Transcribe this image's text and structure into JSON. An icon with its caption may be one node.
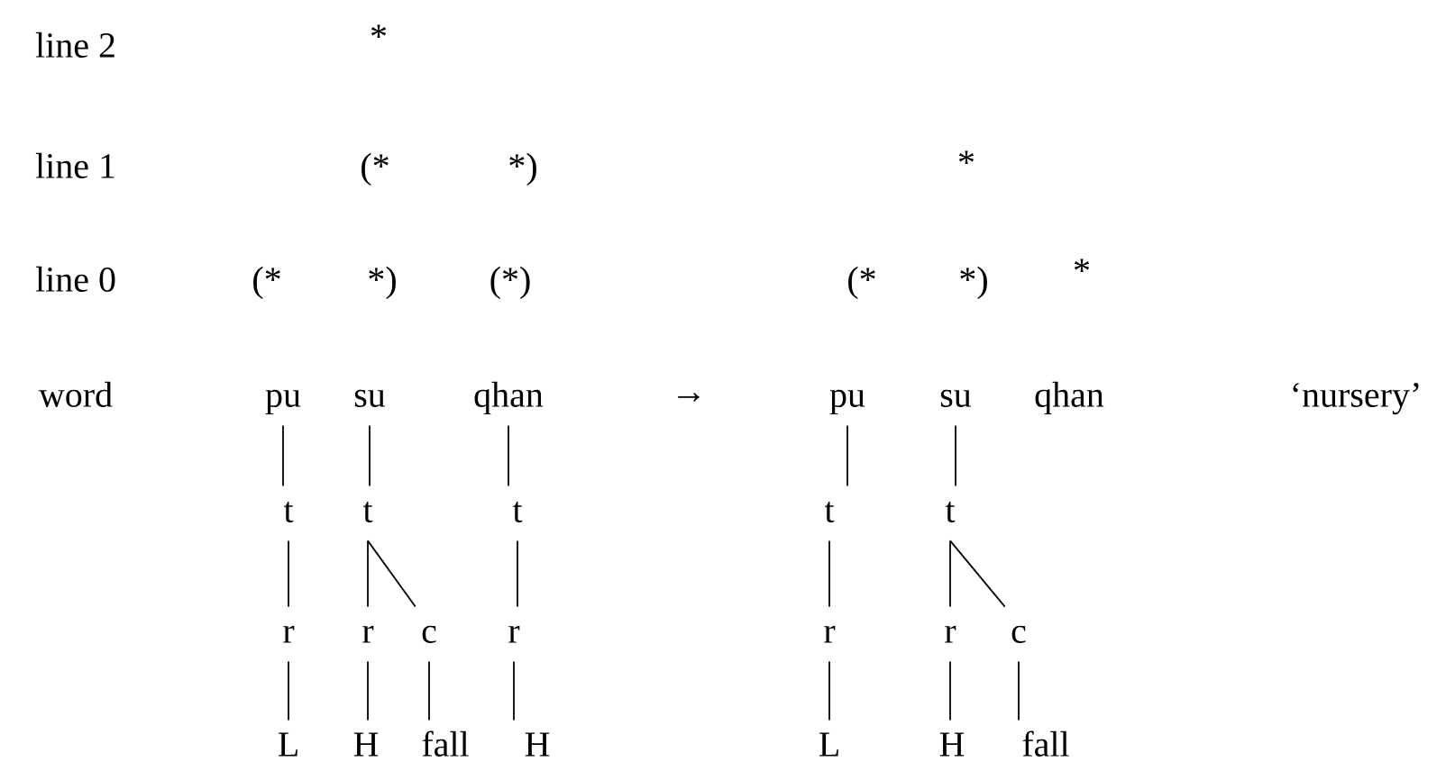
{
  "diagram": {
    "nodes": [
      {
        "text": [
          "pu"
        ]
      },
      {
        "text": [
          "su"
        ]
      },
      {
        "text": [
          "qhan"
        ]
      },
      {
        "text": [
          "t"
        ]
      },
      {
        "text": [
          "t"
        ]
      },
      {
        "text": [
          "t"
        ]
      },
      {
        "text": [
          "r"
        ]
      },
      {
        "text": [
          "r"
        ]
      },
      {
        "text": [
          "c"
        ]
      },
      {
        "text": [
          "r"
        ]
      },
      {
        "text": [
          "L"
        ]
      },
      {
        "text": [
          "H"
        ]
      },
      {
        "text": [
          "fall"
        ]
      },
      {
        "text": [
          "H"
        ]
      },
      {
        "text": [
          "pu"
        ]
      },
      {
        "text": [
          "su"
        ]
      },
      {
        "text": [
          "qhan"
        ]
      },
      {
        "text": [
          "t"
        ]
      },
      {
        "text": [
          "t"
        ]
      },
      {
        "text": [
          "r"
        ]
      },
      {
        "text": [
          "r"
        ]
      },
      {
        "text": [
          "c"
        ]
      },
      {
        "text": [
          "L"
        ]
      },
      {
        "text": [
          "H"
        ]
      },
      {
        "text": [
          "fall"
        ]
      }
    ],
    "edges": [
      {
        "from": 0,
        "to": 3,
        "arrow": "none"
      },
      {
        "from": 1,
        "to": 4,
        "arrow": "none"
      },
      {
        "from": 2,
        "to": 5,
        "arrow": "none"
      },
      {
        "from": 3,
        "to": 6,
        "arrow": "none"
      },
      {
        "from": 4,
        "to": 7,
        "arrow": "none"
      },
      {
        "from": 4,
        "to": 8,
        "arrow": "none"
      },
      {
        "from": 5,
        "to": 9,
        "arrow": "none"
      },
      {
        "from": 6,
        "to": 10,
        "arrow": "none"
      },
      {
        "from": 7,
        "to": 11,
        "arrow": "none"
      },
      {
        "from": 8,
        "to": 12,
        "arrow": "none"
      },
      {
        "from": 9,
        "to": 13,
        "arrow": "none"
      },
      {
        "from": 14,
        "to": 17,
        "arrow": "none"
      },
      {
        "from": 15,
        "to": 18,
        "arrow": "none"
      },
      {
        "from": 17,
        "to": 19,
        "arrow": "none"
      },
      {
        "from": 18,
        "to": 20,
        "arrow": "none"
      },
      {
        "from": 18,
        "to": 21,
        "arrow": "none"
      },
      {
        "from": 19,
        "to": 22,
        "arrow": "none"
      },
      {
        "from": 20,
        "to": 23,
        "arrow": "none"
      },
      {
        "from": 21,
        "to": 24,
        "arrow": "none"
      }
    ],
    "labels": [
      "line 2",
      "*",
      "line 1",
      "(*",
      "*)",
      "*",
      "line 0",
      "(*",
      "*)",
      "(*)",
      "(*",
      "*)",
      "*",
      "word",
      "→",
      "‘nursery’"
    ]
  }
}
